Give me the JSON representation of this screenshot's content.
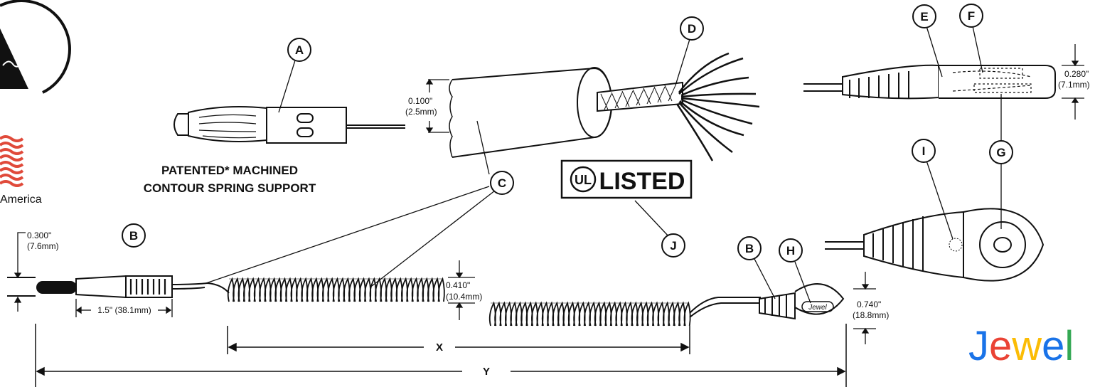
{
  "logos": {
    "america_text": "America",
    "jewel_text": "Jewel",
    "jewel_colors": [
      "#1a73e8",
      "#ea4335",
      "#fbbc05",
      "#1a73e8",
      "#34a853"
    ]
  },
  "callouts": {
    "A": "A",
    "B": "B",
    "C": "C",
    "D": "D",
    "E": "E",
    "F": "F",
    "G": "G",
    "H": "H",
    "I": "I",
    "J": "J"
  },
  "captions": {
    "patent_line1": "PATENTED* MACHINED",
    "patent_line2": "CONTOUR SPRING SUPPORT",
    "ul_listed": "LISTED",
    "ul_mark": "UL",
    "snap_label": "Jewel",
    "snap_ring_text": "Jewel"
  },
  "dimensions": {
    "plug_dia_in": "0.300\"",
    "plug_dia_mm": "(7.6mm)",
    "plug_len": "1.5\" (38.1mm)",
    "wire_dia_in": "0.100\"",
    "wire_dia_mm": "(2.5mm)",
    "coil_dia_in": "0.410\"",
    "coil_dia_mm": "(10.4mm)",
    "snap_dia_in": "0.740\"",
    "snap_dia_mm": "(18.8mm)",
    "snap_thk_in": "0.280\"",
    "snap_thk_mm": "(7.1mm)",
    "x_label": "X",
    "y_label": "Y"
  }
}
